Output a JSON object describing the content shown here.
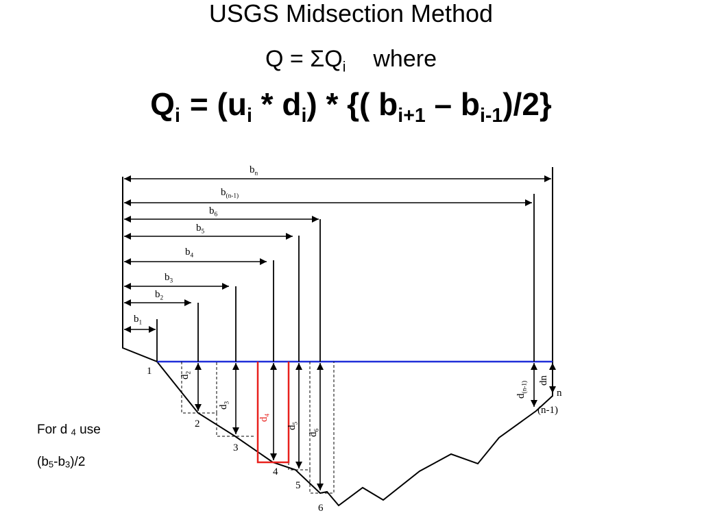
{
  "title": "USGS Midsection Method",
  "formula_sum": {
    "q": "Q = ΣQ",
    "sub_i": "i",
    "where": "where"
  },
  "formula_main": {
    "q": "Q",
    "q_sub": "i",
    "eq_u": "= (u",
    "u_sub": "i",
    "mul_d": "* d",
    "d_sub": "i",
    "mid": ") * {( b",
    "b1_sub": "i+1",
    "dash_b": "– b",
    "b2_sub": "i-1",
    "tail": ")/2}"
  },
  "diagram": {
    "colors": {
      "line": "#000000",
      "water_surface": "#1f2ed8",
      "highlight": "#e8201c"
    },
    "width_labels": [
      {
        "base": "b",
        "sub": "n"
      },
      {
        "base": "b",
        "sub": "(n-1)"
      },
      {
        "base": "b",
        "sub": "6"
      },
      {
        "base": "b",
        "sub": "5"
      },
      {
        "base": "b",
        "sub": "4"
      },
      {
        "base": "b",
        "sub": "3"
      },
      {
        "base": "b",
        "sub": "2"
      },
      {
        "base": "b",
        "sub": "1"
      }
    ],
    "depth_labels": [
      {
        "base": "d",
        "sub": "2"
      },
      {
        "base": "d",
        "sub": "3"
      },
      {
        "base": "d",
        "sub": "4"
      },
      {
        "base": "d",
        "sub": "5"
      },
      {
        "base": "d",
        "sub": "6"
      },
      {
        "base": "d",
        "sub": "(n-1)"
      },
      {
        "base": "dn",
        "sub": ""
      }
    ],
    "point_labels": [
      "1",
      "2",
      "3",
      "4",
      "5",
      "6",
      "n",
      "(n-1)"
    ]
  },
  "note": {
    "line1_text": "For d ",
    "line1_sub": "4",
    "line1_tail": " use",
    "line2_open": "(b",
    "line2_sub1": "5",
    "line2_mid": "-b",
    "line2_sub2": "3",
    "line2_tail": ")/2"
  }
}
